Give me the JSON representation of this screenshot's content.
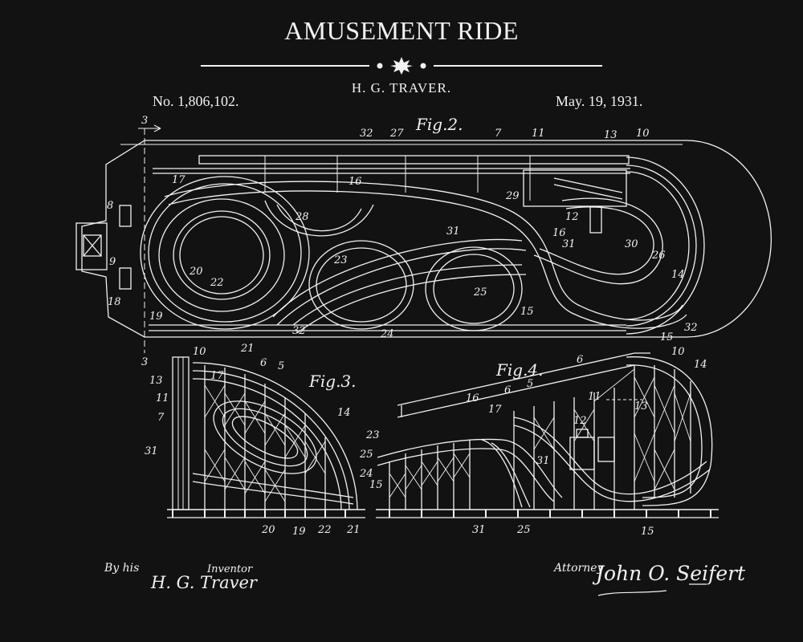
{
  "header": {
    "title": "AMUSEMENT RIDE",
    "inventor": "H. G. TRAVER.",
    "patent_number": "No. 1,806,102.",
    "date": "May. 19, 1931."
  },
  "figures": {
    "fig2": "Fig.2.",
    "fig3": "Fig.3.",
    "fig4": "Fig.4."
  },
  "section_marks": [
    "3",
    "3"
  ],
  "reference_numerals": {
    "fig2": [
      "32",
      "27",
      "7",
      "11",
      "13",
      "10",
      "17",
      "16",
      "8",
      "28",
      "29",
      "12",
      "30",
      "26",
      "9",
      "23",
      "31",
      "16",
      "31",
      "14",
      "20",
      "22",
      "25",
      "15",
      "18",
      "19",
      "21",
      "32",
      "24",
      "32",
      "15"
    ],
    "fig3": [
      "10",
      "6",
      "5",
      "13",
      "17",
      "11",
      "7",
      "14",
      "31",
      "25",
      "24",
      "15",
      "20",
      "19",
      "22",
      "21"
    ],
    "fig4": [
      "6",
      "10",
      "14",
      "16",
      "6",
      "5",
      "17",
      "11",
      "12",
      "23",
      "13",
      "31",
      "31",
      "25",
      "15"
    ]
  },
  "signatures": {
    "by_his": "By his",
    "inventor_label": "Inventor",
    "inventor_name": "H. G. Traver",
    "attorney_label": "Attorney",
    "attorney_name": "John O. Seifert"
  },
  "colors": {
    "background": "#121212",
    "ink": "#f2f2f2"
  }
}
